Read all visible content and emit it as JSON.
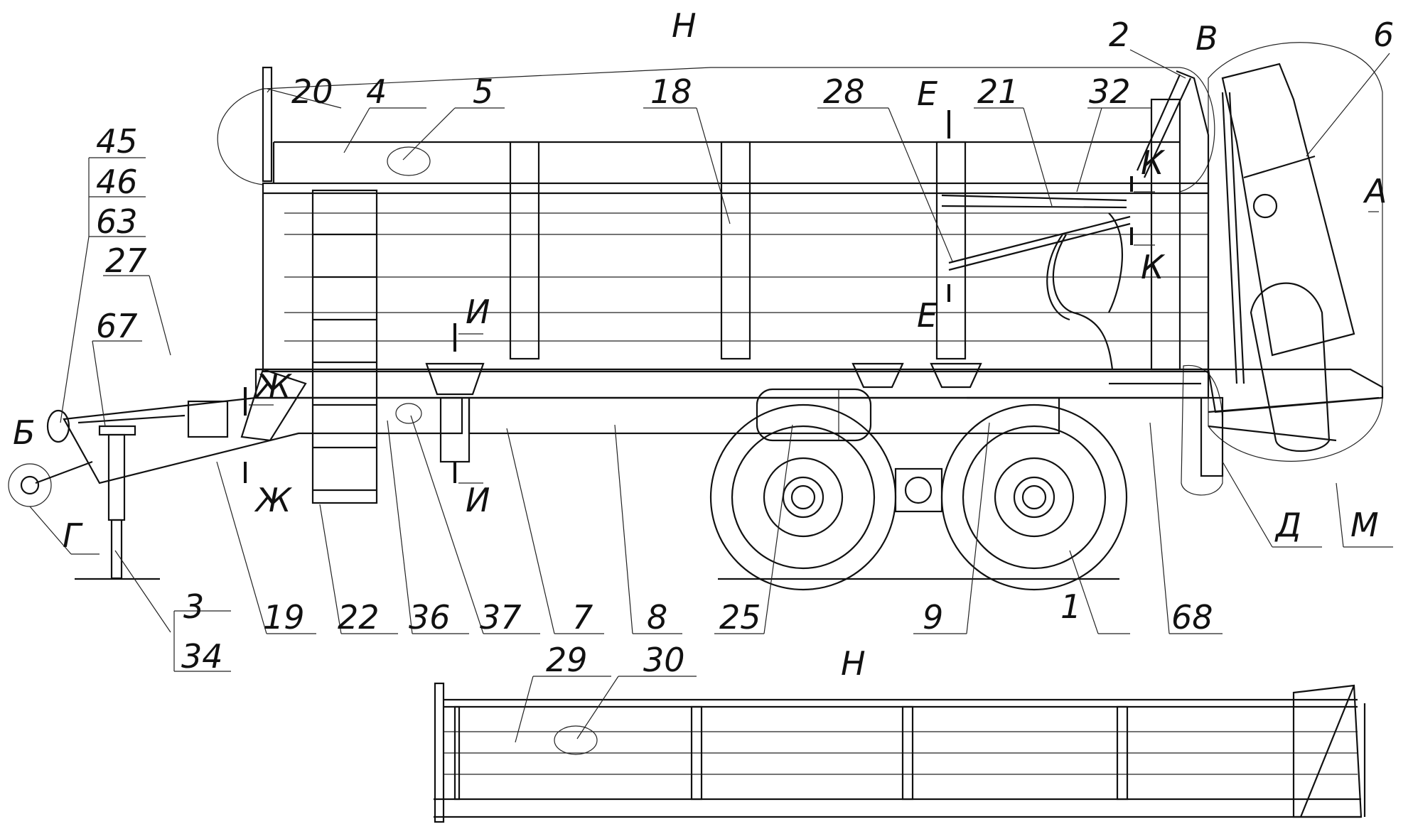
{
  "callouts": [
    {
      "id": "c1",
      "text": "1"
    },
    {
      "id": "c2",
      "text": "2"
    },
    {
      "id": "c3",
      "text": "3"
    },
    {
      "id": "c4",
      "text": "4"
    },
    {
      "id": "c5",
      "text": "5"
    },
    {
      "id": "c6",
      "text": "6"
    },
    {
      "id": "c7",
      "text": "7"
    },
    {
      "id": "c8",
      "text": "8"
    },
    {
      "id": "c9",
      "text": "9"
    },
    {
      "id": "c18",
      "text": "18"
    },
    {
      "id": "c19",
      "text": "19"
    },
    {
      "id": "c20",
      "text": "20"
    },
    {
      "id": "c21",
      "text": "21"
    },
    {
      "id": "c22",
      "text": "22"
    },
    {
      "id": "c25",
      "text": "25"
    },
    {
      "id": "c27",
      "text": "27"
    },
    {
      "id": "c28",
      "text": "28"
    },
    {
      "id": "c29",
      "text": "29"
    },
    {
      "id": "c30",
      "text": "30"
    },
    {
      "id": "c32",
      "text": "32"
    },
    {
      "id": "c34",
      "text": "34"
    },
    {
      "id": "c36",
      "text": "36"
    },
    {
      "id": "c37",
      "text": "37"
    },
    {
      "id": "c45",
      "text": "45"
    },
    {
      "id": "c46",
      "text": "46"
    },
    {
      "id": "c63",
      "text": "63"
    },
    {
      "id": "c67",
      "text": "67"
    },
    {
      "id": "c68",
      "text": "68"
    }
  ],
  "view_letters": {
    "H_top": "Н",
    "H_bottom": "Н",
    "A": "А",
    "B": "Б",
    "V": "В",
    "G": "Г",
    "D": "Д",
    "M": "М",
    "E_top": "Е",
    "E_bot": "Е",
    "Zh_top": "Ж",
    "Zh_bot": "Ж",
    "I_top": "И",
    "I_bot": "И",
    "K_top": "К",
    "K_bot": "К"
  }
}
